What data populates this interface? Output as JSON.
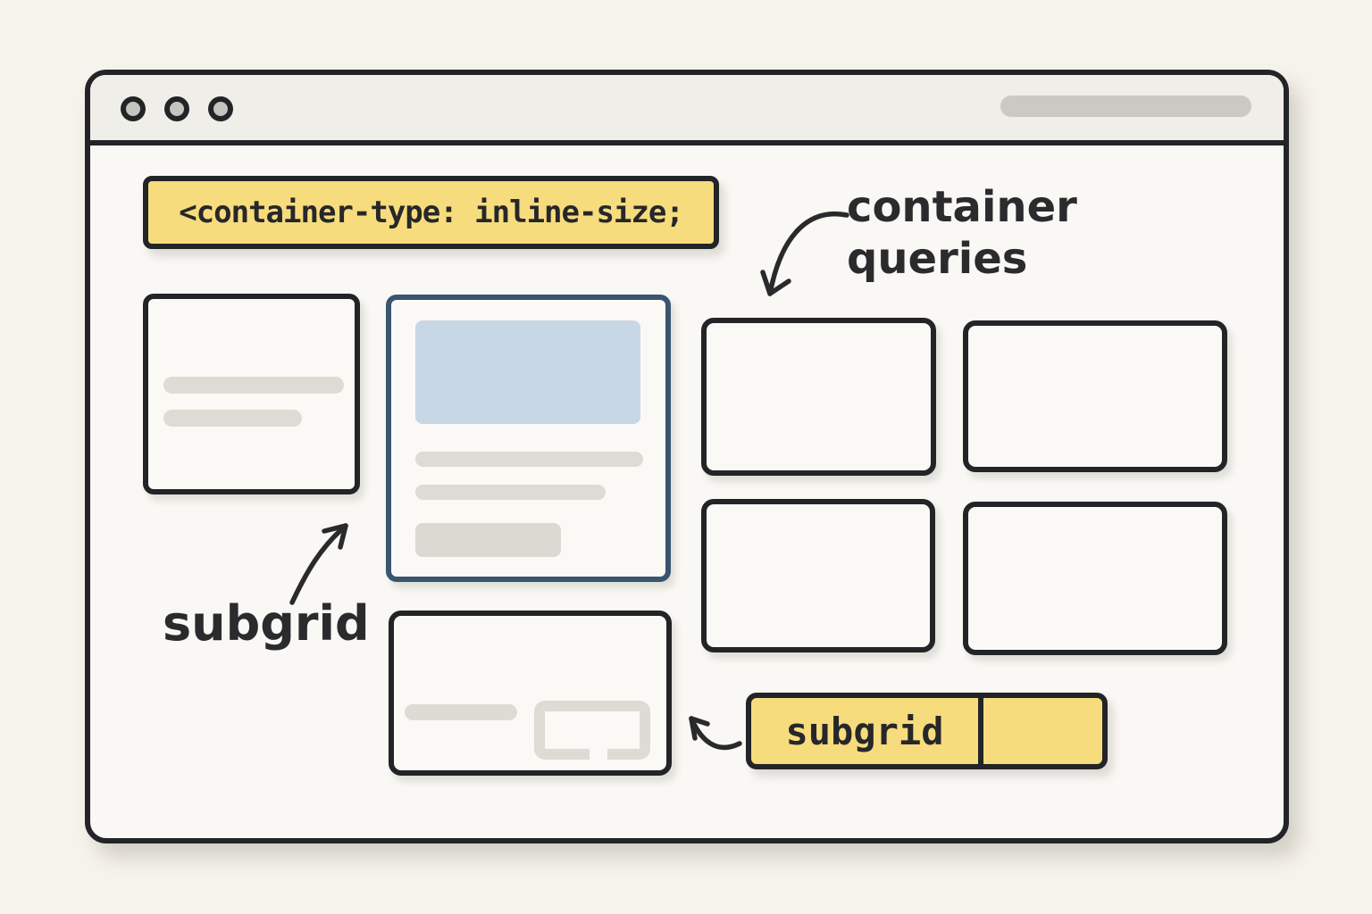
{
  "illustration": {
    "subject": "browser window illustrating CSS container queries and subgrid",
    "colors": {
      "background": "#F6F3EC",
      "window_fill": "#FAF8F4",
      "titlebar_fill": "#F0EEE8",
      "stroke_dark": "#232427",
      "accent_yellow": "#F6DC7C",
      "subgrid_card_border_blue": "#3A556F",
      "image_placeholder_blue": "#C8D7E6",
      "placeholder_gray": "#DEDBD4",
      "titlebar_pill_gray": "#CBC9C4"
    },
    "window": {
      "control_dots_count": 3
    }
  },
  "code_snippet": {
    "text": "<container-type: inline-size;"
  },
  "annotations": {
    "container_queries": {
      "line1": "container",
      "line2": "queries"
    },
    "subgrid_label": "subgrid"
  },
  "subgrid_bar": {
    "cell1_text": "subgrid",
    "cell2_text": ""
  }
}
